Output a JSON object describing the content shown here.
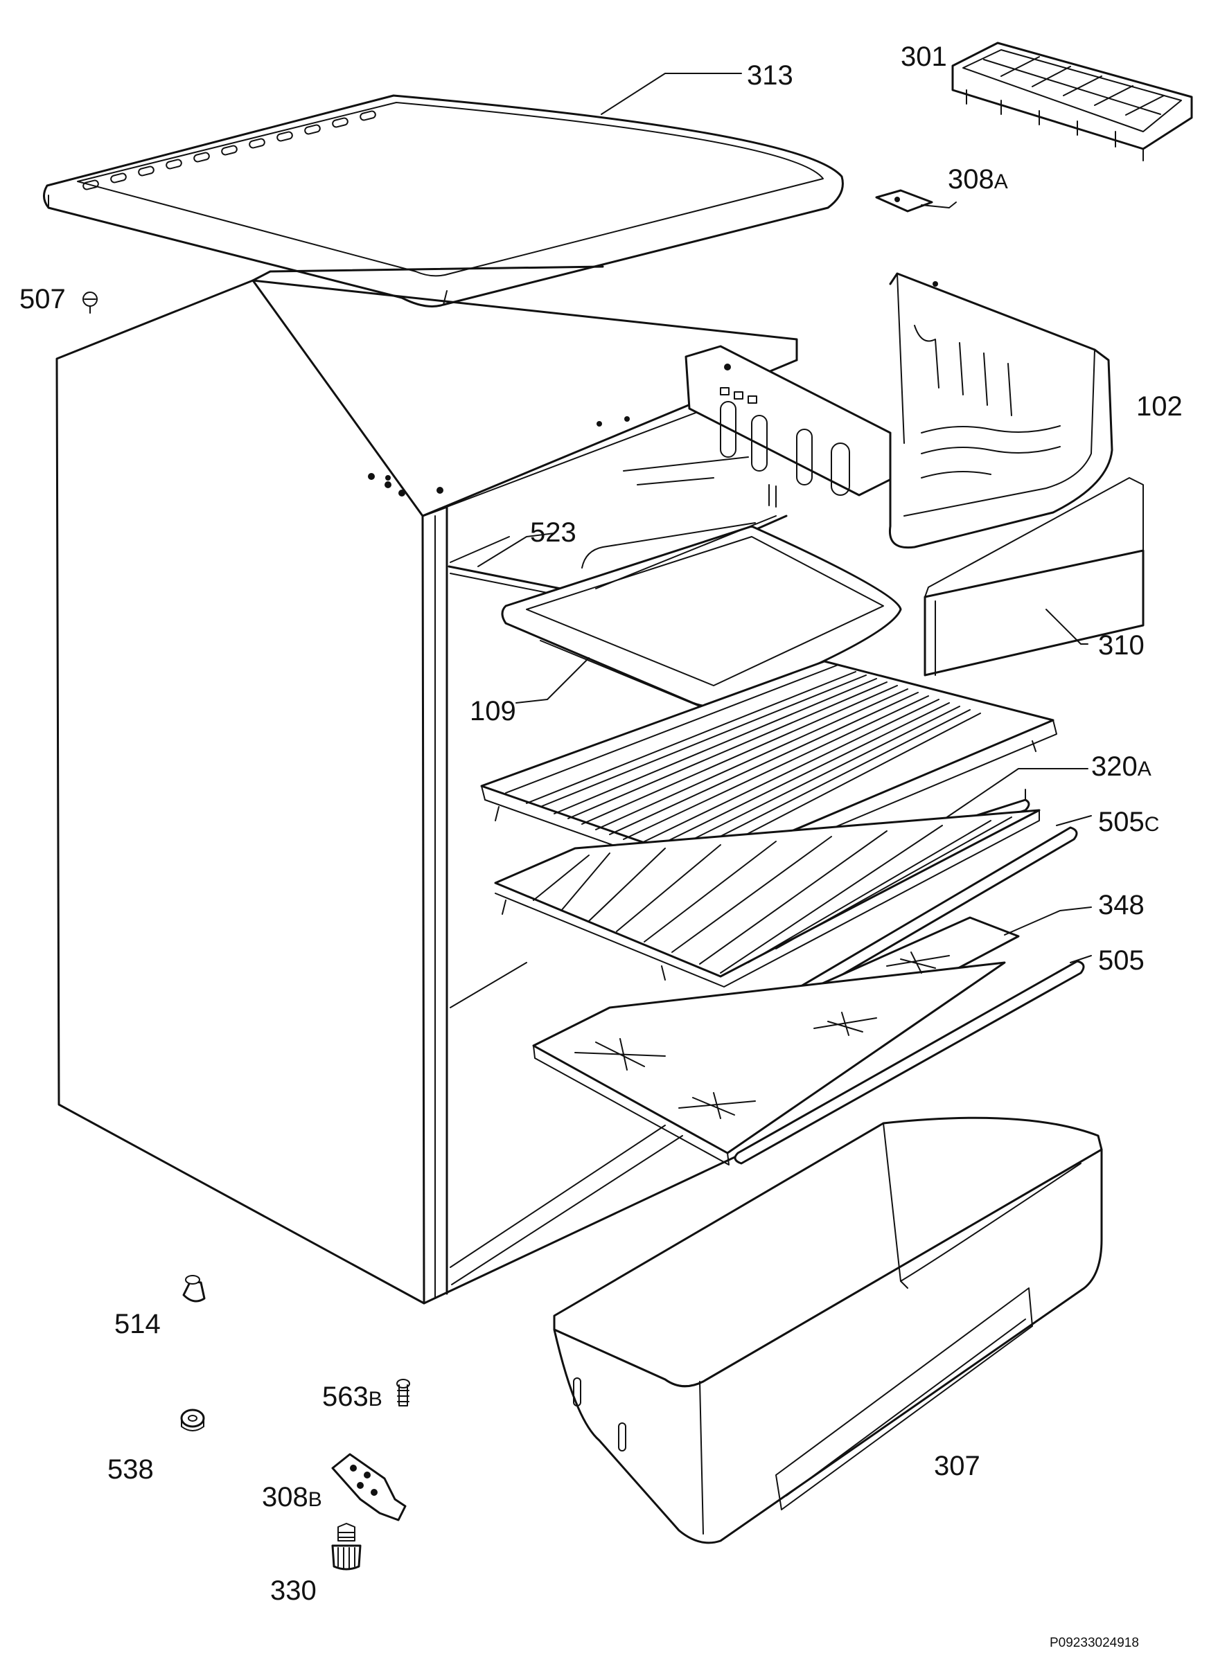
{
  "diagram": {
    "drawing_code": "P09233024918",
    "labels": {
      "p313": {
        "main": "313",
        "sub": ""
      },
      "p301": {
        "main": "301",
        "sub": ""
      },
      "p308a": {
        "main": "308",
        "sub": "A"
      },
      "p507": {
        "main": "507",
        "sub": ""
      },
      "p102": {
        "main": "102",
        "sub": ""
      },
      "p523": {
        "main": "523",
        "sub": ""
      },
      "p310": {
        "main": "310",
        "sub": ""
      },
      "p109": {
        "main": "109",
        "sub": ""
      },
      "p320a": {
        "main": "320",
        "sub": "A"
      },
      "p505c": {
        "main": "505",
        "sub": "C"
      },
      "p348": {
        "main": "348",
        "sub": ""
      },
      "p505": {
        "main": "505",
        "sub": ""
      },
      "p514": {
        "main": "514",
        "sub": ""
      },
      "p563b": {
        "main": "563",
        "sub": "B"
      },
      "p538": {
        "main": "538",
        "sub": ""
      },
      "p307": {
        "main": "307",
        "sub": ""
      },
      "p308b": {
        "main": "308",
        "sub": "B"
      },
      "p330": {
        "main": "330",
        "sub": ""
      }
    }
  }
}
